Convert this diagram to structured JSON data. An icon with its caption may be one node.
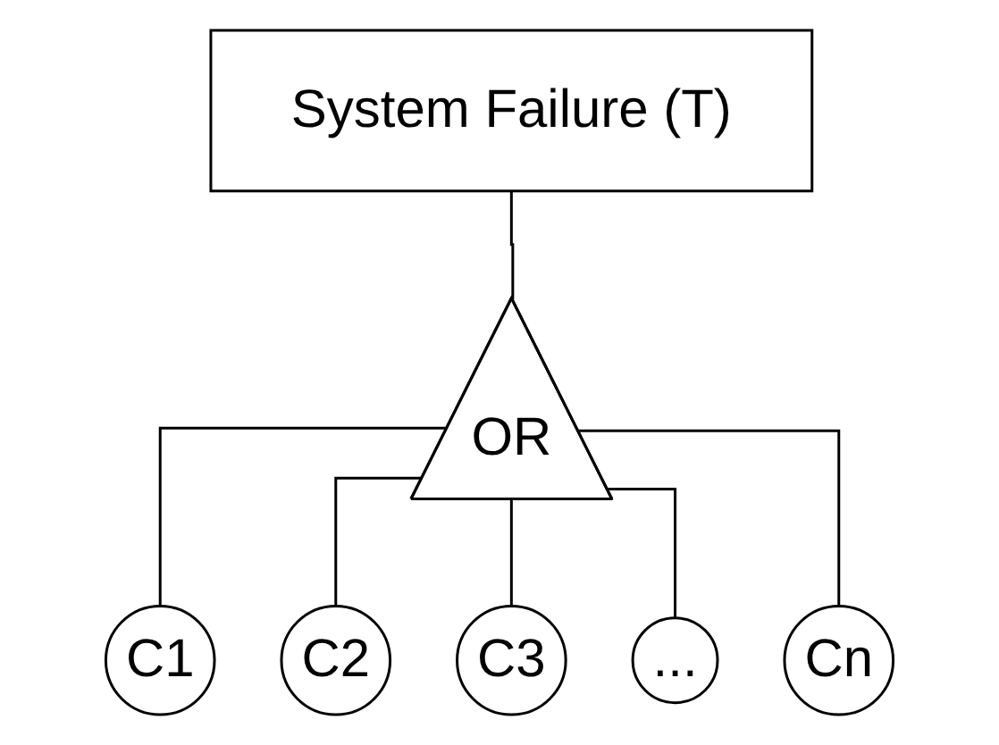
{
  "diagram": {
    "nodes": [
      {
        "text": [
          "System Failure (T)"
        ]
      },
      {
        "text": [
          "OR"
        ]
      },
      {
        "text": [
          "C1"
        ]
      },
      {
        "text": [
          "C2"
        ]
      },
      {
        "text": [
          "C3"
        ]
      },
      {
        "text": [
          "..."
        ]
      },
      {
        "text": [
          "Cn"
        ]
      }
    ],
    "edges": [
      {
        "from": 0,
        "to": 1,
        "arrow": "none"
      },
      {
        "from": 1,
        "to": 2,
        "arrow": "none"
      },
      {
        "from": 1,
        "to": 3,
        "arrow": "none"
      },
      {
        "from": 1,
        "to": 4,
        "arrow": "none"
      },
      {
        "from": 1,
        "to": 5,
        "arrow": "none"
      },
      {
        "from": 1,
        "to": 6,
        "arrow": "none"
      }
    ]
  }
}
